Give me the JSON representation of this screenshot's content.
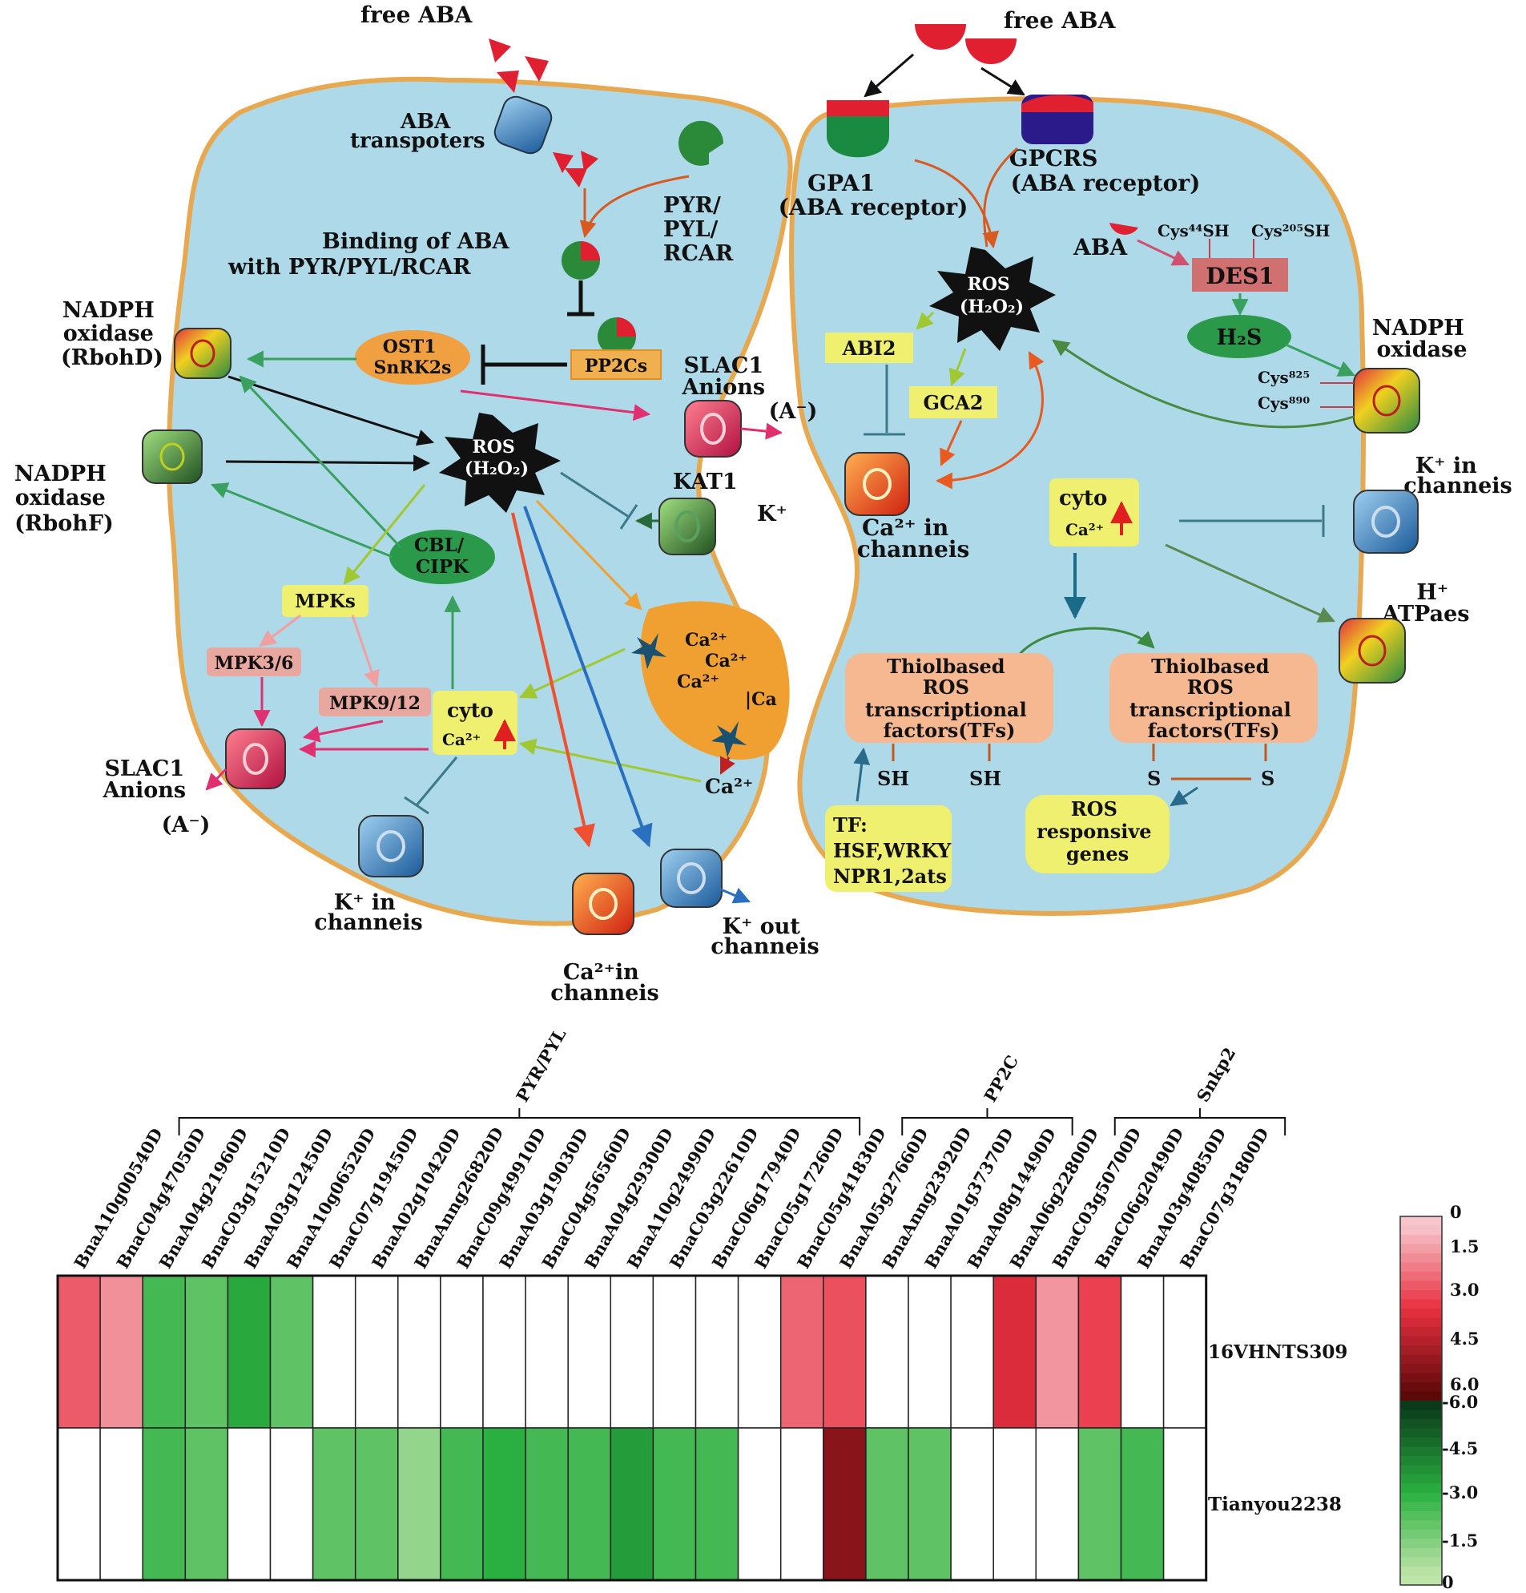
{
  "guard_cell_left": {
    "free_aba": "free ABA",
    "aba_transporters": [
      "ABA",
      "transpoters"
    ],
    "pyr_pyl_rcar": [
      "PYR/",
      "PYL/",
      "RCAR"
    ],
    "binding": [
      "Binding of ABA",
      "with PYR/PYL/RCAR"
    ],
    "nadph_rbohd": [
      "NADPH",
      "oxidase",
      "(RbohD)"
    ],
    "nadph_rbohf": [
      "NADPH",
      "oxidase",
      "(RbohF)"
    ],
    "ost1": [
      "OST1",
      "SnRK2s"
    ],
    "pp2cs": "PP2Cs",
    "slac1_top": [
      "SLAC1",
      "Anions",
      "(A⁻)"
    ],
    "ros": [
      "ROS",
      "(H₂O₂)"
    ],
    "kat1": "KAT1",
    "k_plus": "K⁺",
    "cbl_cipk": [
      "CBL/",
      "CIPK"
    ],
    "mpks": "MPKs",
    "mpk36": "MPK3/6",
    "mpk912": "MPK9/12",
    "cyto": [
      "cyto",
      "Ca²⁺"
    ],
    "ca_stack": [
      "Ca²⁺",
      "Ca²⁺",
      "Ca²⁺"
    ],
    "ca_store": "|Ca",
    "ca_out": "Ca²⁺",
    "slac1_bottom": [
      "SLAC1",
      "Anions",
      "(A⁻)"
    ],
    "k_in_channels": [
      "K⁺ in",
      "channeis"
    ],
    "ca_in_channels": [
      "Ca²⁺in",
      "channeis"
    ],
    "k_out_channels": [
      "K⁺ out",
      "channeis"
    ]
  },
  "guard_cell_right": {
    "free_aba": "free ABA",
    "gpa1": [
      "GPA1",
      "(ABA receptor)"
    ],
    "gpcrs": [
      "GPCRS",
      "(ABA receptor)"
    ],
    "aba": "ABA",
    "cys44": "Cys⁴⁴SH",
    "cys205": "Cys²⁰⁵SH",
    "des1": "DES1",
    "h2s": "H₂S",
    "ros": [
      "ROS",
      "(H₂O₂)"
    ],
    "abi2": "ABI2",
    "gca2": "GCA2",
    "nadph": [
      "NADPH",
      "oxidase"
    ],
    "cys825": "Cys⁸²⁵",
    "cys890": "Cys⁸⁹⁰",
    "ca_in_channels": [
      "Ca²⁺ in",
      "channeis"
    ],
    "cyto": [
      "cyto",
      "Ca²⁺"
    ],
    "k_in_channels": [
      "K⁺ in",
      "channeis"
    ],
    "h_atpase": [
      "H⁺",
      "ATPaes"
    ],
    "tf_box1": [
      "Thiolbased",
      "ROS",
      "transcriptional",
      "factors(TFs)"
    ],
    "tf_box2": [
      "Thiolbased",
      "ROS",
      "transcriptional",
      "factors(TFs)"
    ],
    "sh": "SH",
    "s": "S",
    "tf_list": [
      "TF:",
      "HSF,WRKY",
      "NPR1,2ats"
    ],
    "ros_genes": [
      "ROS",
      "responsive",
      "genes"
    ]
  },
  "heatmap": {
    "groups": [
      {
        "label": "PYR/PYL",
        "start": 0,
        "end": 16
      },
      {
        "label": "PP2C",
        "start": 17,
        "end": 21
      },
      {
        "label": "Snkp2",
        "start": 22,
        "end": 26
      }
    ],
    "genes": [
      "BnaA10g00540D",
      "BnaC04g47050D",
      "BnaA04g21960D",
      "BnaC03g15210D",
      "BnaA03g12450D",
      "BnaA10g06520D",
      "BnaC07g19450D",
      "BnaA02g10420D",
      "BnaAnng26820D",
      "BnaC09g49910D",
      "BnaA03g19030D",
      "BnaC04g56560D",
      "BnaA04g29300D",
      "BnaA10g24990D",
      "BnaC03g22610D",
      "BnaC06g17940D",
      "BnaC05g17260D",
      "BnaC05g41830D",
      "BnaA05g27660D",
      "BnaAnng23920D",
      "BnaA01g37370D",
      "BnaA08g14490D",
      "BnaA06g22800D",
      "BnaC03g50700D",
      "BnaC06g20490D",
      "BnaA03g40850D",
      "BnaC07g31800D"
    ],
    "samples": [
      "16VHNTS309",
      "Tianyou2238"
    ],
    "values": [
      [
        2.2,
        1.2,
        -2.5,
        -2.0,
        -3.2,
        -2.0,
        0,
        0,
        0,
        0,
        0,
        0,
        0,
        0,
        0,
        0,
        0,
        2.0,
        2.4,
        0,
        0,
        0,
        3.3,
        1.1,
        2.7,
        0,
        0
      ],
      [
        0,
        0,
        -2.5,
        -2.0,
        0,
        0,
        -2.0,
        -2.0,
        -1.0,
        -2.5,
        -3.0,
        -2.5,
        -2.5,
        -3.5,
        -2.5,
        -2.5,
        0,
        0,
        5.0,
        -2.0,
        -2.0,
        0,
        0,
        0,
        -2.0,
        -2.5,
        0
      ]
    ],
    "colorbar": {
      "up_labels": [
        "0",
        "1.5",
        "3.0",
        "4.5",
        "6.0"
      ],
      "down_labels": [
        "-6.0",
        "-4.5",
        "-3.0",
        "-1.5",
        "0"
      ]
    }
  }
}
